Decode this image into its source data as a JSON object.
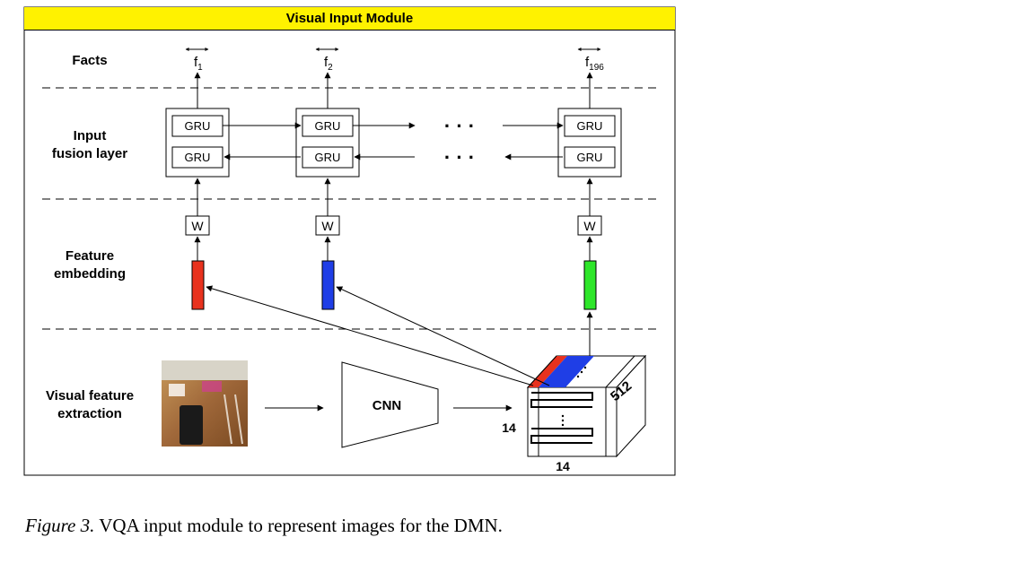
{
  "module": {
    "title": "Visual Input Module"
  },
  "rows": {
    "facts": "Facts",
    "input_fusion_line1": "Input",
    "input_fusion_line2": "fusion layer",
    "feature_embedding_line1": "Feature",
    "feature_embedding_line2": "embedding",
    "visual_feature_line1": "Visual feature",
    "visual_feature_line2": "extraction"
  },
  "facts": [
    {
      "base": "f",
      "sub": "1"
    },
    {
      "base": "f",
      "sub": "2"
    },
    {
      "base": "f",
      "sub": "196"
    }
  ],
  "gru_label": "GRU",
  "w_label": "W",
  "ellipsis": "· · ·",
  "cnn_label": "CNN",
  "grid": {
    "height_label": "14",
    "width_label": "14",
    "depth_label": "512"
  },
  "embedding_colors": [
    "#e8321e",
    "#1f3ee6",
    "#2ee62a"
  ],
  "caption": {
    "figure_label": "Figure 3.",
    "text": " VQA input module to represent images for the DMN."
  }
}
